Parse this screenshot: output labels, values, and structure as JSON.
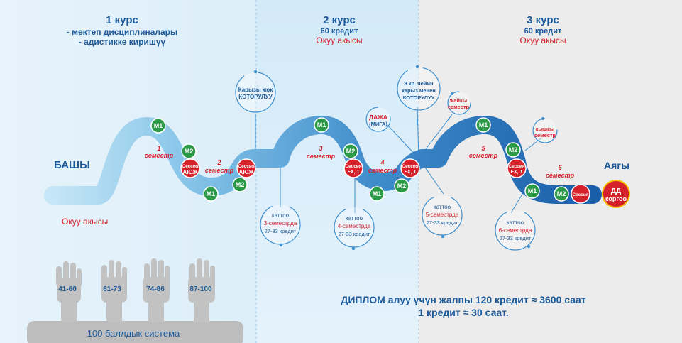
{
  "colors": {
    "bg_left": "#dfeff9",
    "bg_mid": "#d6ebf8",
    "bg_right": "#ececec",
    "dark_blue": "#1d5a99",
    "red": "#d6202a",
    "green": "#2a9a46",
    "light_path": "#8ecbea",
    "mid_path": "#5fa7d9",
    "dark_path": "#1f66b0",
    "gray_hand": "#bdbdbd"
  },
  "courses": [
    {
      "title": "1 курс",
      "line2": "- мектеп дисциплиналары",
      "line3": "- адистикке киришүү"
    },
    {
      "title": "2 курс",
      "line2": "60 кредит",
      "line3": "Окуу акысы"
    },
    {
      "title": "3 курс",
      "line2": "60 кредит",
      "line3": "Окуу акысы"
    }
  ],
  "start_label": "БАШЫ",
  "end_label": "Аягы",
  "tuition_label": "Окуу акысы",
  "semesters": [
    {
      "num": "1",
      "word": "семестр"
    },
    {
      "num": "2",
      "word": "семестр"
    },
    {
      "num": "3",
      "word": "семестр"
    },
    {
      "num": "4",
      "word": "семестр"
    },
    {
      "num": "5",
      "word": "семестр"
    },
    {
      "num": "6",
      "word": "семестр"
    }
  ],
  "modules": {
    "m1": "М1",
    "m2": "М2"
  },
  "sessions": {
    "s1": [
      "Сессия",
      "АЮЖ"
    ],
    "s2": [
      "Сессия",
      "АЮЖ"
    ],
    "s3": [
      "Сессия",
      "FX, 1"
    ],
    "s4": [
      "Сессия",
      "FX, 1"
    ],
    "s5": [
      "Сессия",
      "FX, 1"
    ],
    "s6": [
      "Сессия"
    ]
  },
  "callouts": {
    "repeat_no_debt": [
      "Карызы жок",
      "КОТОРУЛУУ"
    ],
    "repeat_with_debt": [
      "8 кр. чейин",
      "карыз менен",
      "КОТОРУЛУУ"
    ],
    "daja": [
      "ДАЖА",
      "(МИГА)"
    ],
    "summer": [
      "жайкы",
      "семестр"
    ],
    "winter": [
      "кышкы",
      "семестр"
    ],
    "katto3": [
      "каттоо",
      "3-семестрда",
      "27-33 кредит"
    ],
    "katto4": [
      "каттоо",
      "4-семестрда",
      "27-33 кредит"
    ],
    "katto5": [
      "каттоо",
      "5-семестрда",
      "27-33 кредит"
    ],
    "katto6": [
      "каттоо",
      "6-семестрда",
      "27-33 кредит"
    ]
  },
  "diploma": [
    "ДД",
    "коргоо"
  ],
  "grades": [
    "41-60",
    "61-73",
    "74-86",
    "87-100"
  ],
  "grade_system": "100 баллдык система",
  "summary_line1": "ДИПЛОМ алуу үчүн жалпы 120 кредит ≈ 3600 саат",
  "summary_line2": "1 кредит ≈ 30 саат."
}
